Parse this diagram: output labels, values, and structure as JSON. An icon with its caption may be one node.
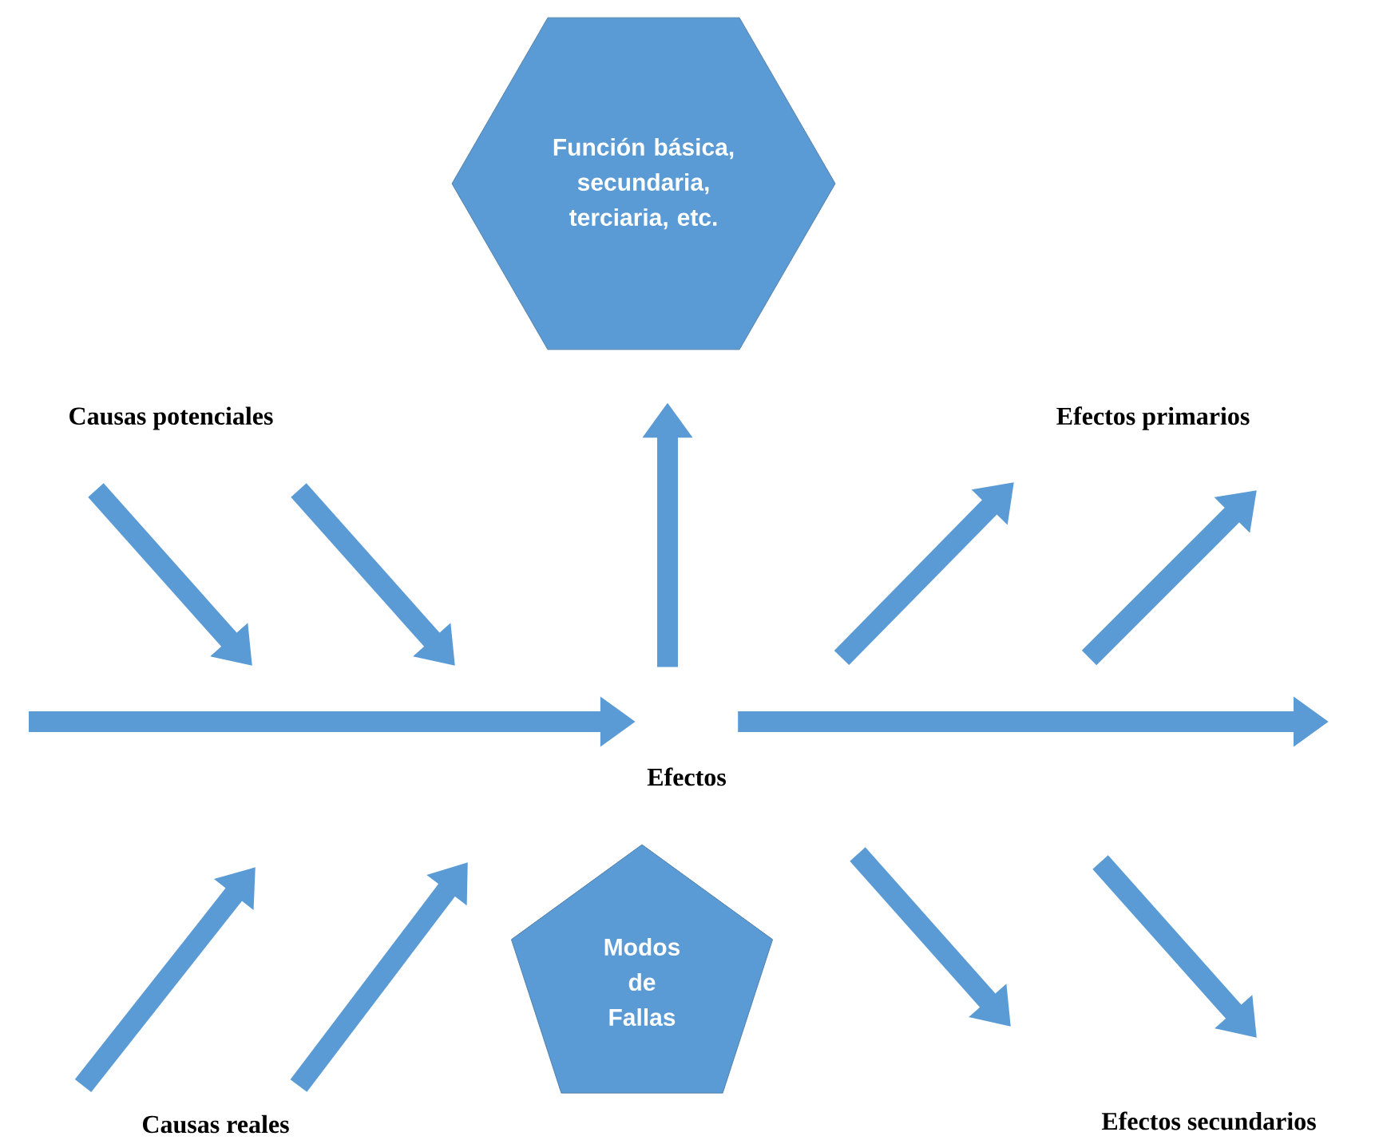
{
  "diagram": {
    "nodes": [
      {
        "text": [
          "Función básica, secundaria, terciaria, etc."
        ]
      },
      {
        "text": [
          "Efectos"
        ]
      },
      {
        "text": [
          "Modos de Fallas"
        ]
      }
    ],
    "edges": [
      {
        "from": 1,
        "to": 0,
        "arrow": "to"
      },
      {
        "from": null,
        "to": 1,
        "arrow": "to"
      },
      {
        "from": 1,
        "to": null,
        "arrow": "to"
      }
    ],
    "labels": [
      "Causas potenciales",
      "Efectos primarios",
      "Causas reales",
      "Efectos secundarios"
    ]
  }
}
